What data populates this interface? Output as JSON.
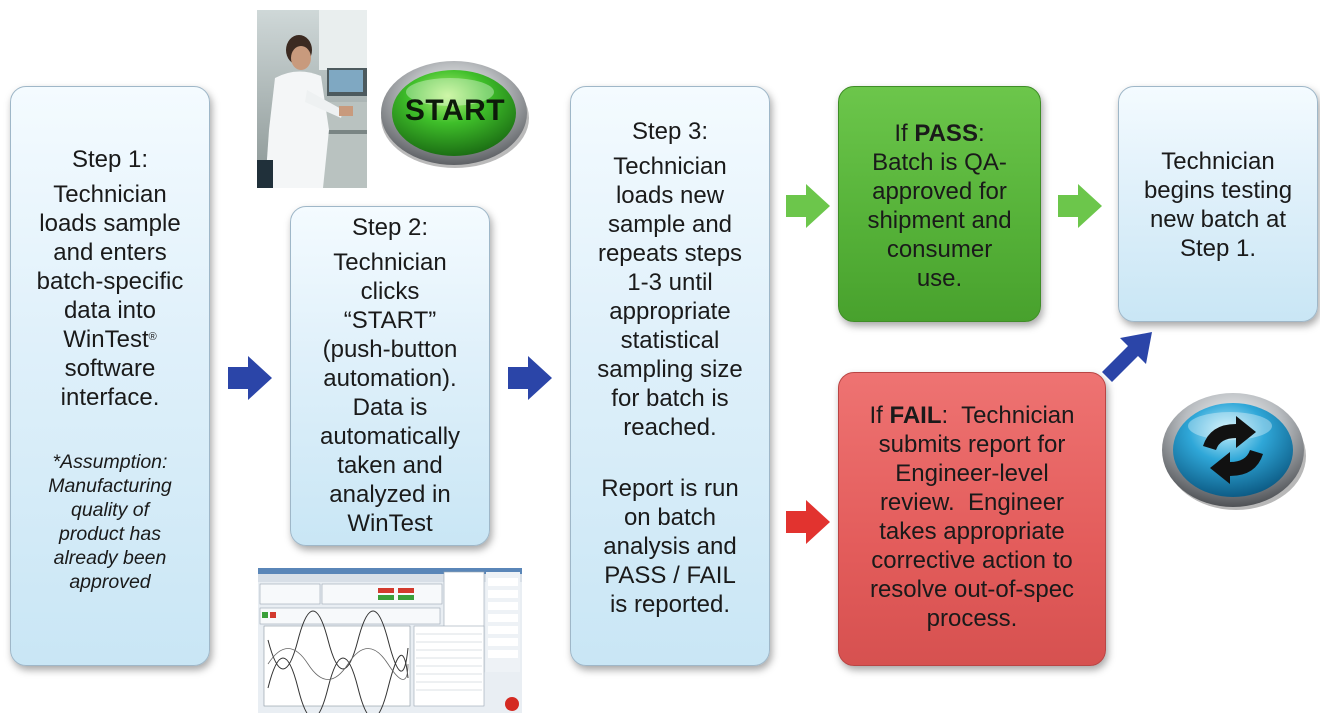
{
  "steps": {
    "step1": {
      "title": "Step 1:",
      "body_lines": [
        "Technician",
        "loads sample",
        "and enters",
        "batch-specific",
        "data into"
      ],
      "wintest": "WinTest",
      "registered": "®",
      "body_tail": [
        "software",
        "interface."
      ],
      "note_lines": [
        "*Assumption:",
        "Manufacturing",
        "quality of",
        "product has",
        "already been",
        "approved"
      ]
    },
    "step2": {
      "title": "Step 2:",
      "body_lines": [
        "Technician",
        "clicks",
        "“START”",
        "(push-button",
        "automation).",
        "Data is",
        "automatically",
        "taken and",
        "analyzed in",
        "WinTest"
      ]
    },
    "step3": {
      "title": "Step 3:",
      "body_lines": [
        "Technician",
        "loads new",
        "sample and",
        "repeats steps",
        "1-3 until",
        "appropriate",
        "statistical",
        "sampling size",
        "for batch is",
        "reached."
      ],
      "report_lines": [
        "Report is run",
        "on batch",
        "analysis and",
        "PASS / FAIL",
        "is reported."
      ]
    },
    "pass": {
      "prefix": "If ",
      "keyword": "PASS",
      "suffix": ":",
      "body_lines": [
        "Batch is QA-",
        "approved for",
        "shipment and",
        "consumer",
        "use."
      ]
    },
    "restart": {
      "body_lines": [
        "Technician",
        "begins testing",
        "new batch at",
        "Step 1."
      ]
    },
    "fail": {
      "prefix": "If ",
      "keyword": "FAIL",
      "suffix": ":  Technician",
      "body_lines": [
        "submits report for",
        "Engineer-level",
        "review.  Engineer",
        "takes appropriate",
        "corrective action to",
        "resolve out-of-spec",
        "process."
      ]
    }
  },
  "start_button": {
    "label": "START"
  },
  "colors": {
    "arrow_blue": "#2b45a8",
    "arrow_green": "#6cc64b",
    "arrow_red": "#e2332f",
    "pass_box": "#55b138",
    "fail_box": "#e35c5b",
    "light_box": "#dff0fa"
  },
  "icons": {
    "photo": "technician-photo",
    "start": "start-button-icon",
    "screenshot": "software-screenshot",
    "restart": "refresh-icon"
  }
}
